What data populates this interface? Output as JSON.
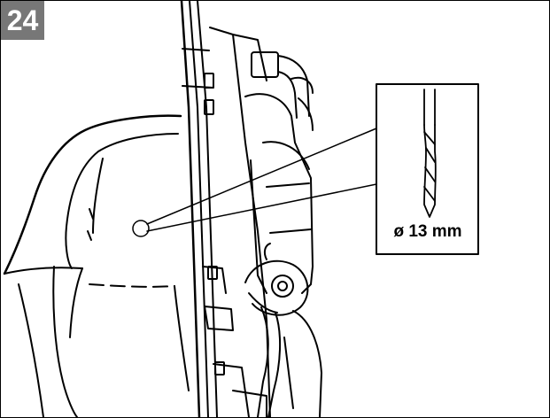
{
  "step": {
    "number": "24"
  },
  "callout": {
    "drill_size": "ø 13 mm"
  },
  "icons": {
    "machine": "machine-housing-illustration",
    "drill": "drill-bit-icon",
    "hole": "hole-marker-icon",
    "cap": "fuel-cap-icon"
  },
  "colors": {
    "badge": "#777777",
    "line": "#000000",
    "background": "#ffffff"
  }
}
